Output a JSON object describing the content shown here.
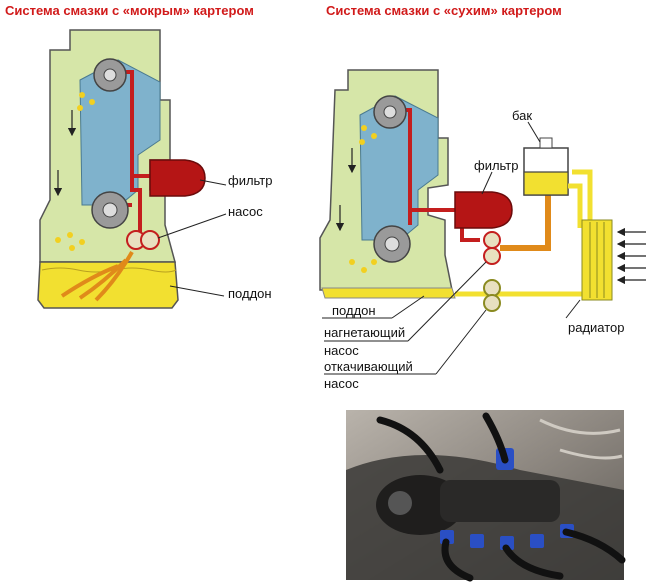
{
  "wet_sump": {
    "title": "Система смазки с «мокрым» картером",
    "labels": {
      "filter": "фильтр",
      "pump": "насос",
      "sump": "поддон"
    }
  },
  "dry_sump": {
    "title": "Система смазки с «сухим» картером",
    "labels": {
      "tank": "бак",
      "filter": "фильтр",
      "sump": "поддон",
      "pressure_pump_1": "нагнетающий",
      "pressure_pump_2": "насос",
      "scavenge_pump_1": "откачивающий",
      "scavenge_pump_2": "насос",
      "radiator": "радиатор"
    }
  },
  "colors": {
    "title": "#d11a1a",
    "engine_body": "#d6e6a8",
    "coolant_block": "#7fb2cc",
    "oil_red": "#c41e1e",
    "oil_yellow": "#f2e030",
    "oil_orange": "#e08a1a"
  }
}
